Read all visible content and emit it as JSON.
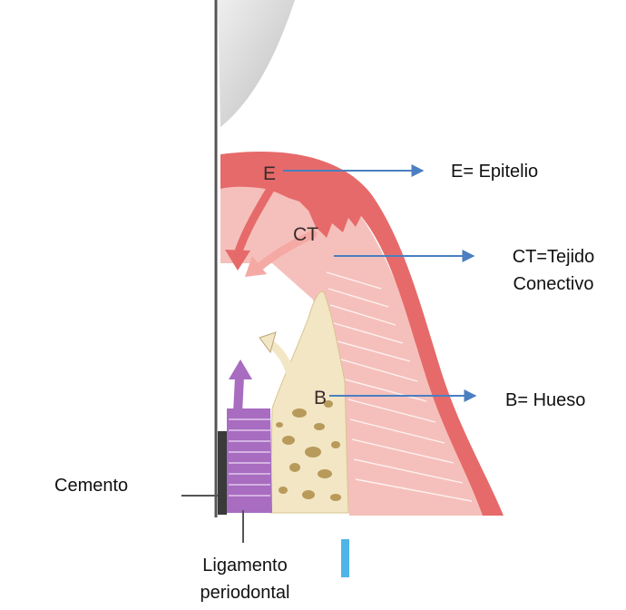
{
  "inner_labels": {
    "E": "E",
    "CT": "CT",
    "B": "B"
  },
  "callouts": {
    "epitelio": "E= Epitelio",
    "tejido_line1": "CT=Tejido",
    "tejido_line2": "Conectivo",
    "hueso": "B= Hueso",
    "cemento": "Cemento",
    "ligamento_line1": "Ligamento",
    "ligamento_line2": "periodontal"
  },
  "colors": {
    "epithelium": "#e66a6a",
    "connective_tissue": "#f5c0bb",
    "bone": "#f2e6c4",
    "bone_spots": "#b89a5a",
    "ligament": "#a86cc0",
    "tooth_enamel": "#d9d9d9",
    "arrow_blue": "#4a7fc1",
    "tooth_line": "#555555"
  }
}
